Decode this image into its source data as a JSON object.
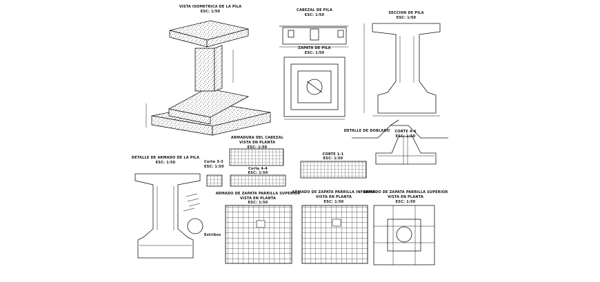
{
  "sheet": {
    "views": {
      "iso": {
        "title": "VISTA ISOMETRICA DE LA PILA",
        "scale": "ESC: 1/50"
      },
      "cabezal": {
        "title": "CABEZAL DE PILA",
        "scale": "ESC: 1/50"
      },
      "seccion": {
        "title": "SECCION DE PILA",
        "scale": "ESC: 1/50"
      },
      "zapata": {
        "title": "ZAPATA DE PILA",
        "scale": "ESC: 1/50"
      },
      "doblado": {
        "title": "DETALLE DE DOBLADO"
      },
      "corte44": {
        "title": "CORTE 4-4",
        "scale": "ESC: 1:50"
      },
      "armado_pila": {
        "title": "DETALLE DE ARMADO DE LA PILA",
        "scale": "ESC: 1:50"
      },
      "armadura_cabezal": {
        "title": "ARMADURA DEL CABEZAL",
        "subtitle": "VISTA EN PLANTA",
        "scale": "ESC: 1:50"
      },
      "corte33": {
        "title": "Corte 3-3",
        "scale": "ESC: 1:50"
      },
      "corte11": {
        "title": "CORTE 1-1",
        "scale": "ESC: 1:50"
      },
      "corte44b": {
        "title": "Corte 4-4",
        "scale": "ESC: 1:50"
      },
      "zap_sup": {
        "title": "ARMADO DE ZAPATA PARRILLA SUPERIOR",
        "subtitle": "VISTA EN PLANTA",
        "scale": "ESC: 1:50"
      },
      "zap_inf": {
        "title": "ARMADO DE ZAPATA PARRILLA INFERIOR",
        "subtitle": "VISTA EN PLANTA",
        "scale": "ESC: 1:50"
      },
      "zap_sup2": {
        "title": "ARMADO DE ZAPATA PARRILLA SUPERIOR",
        "subtitle": "VISTA EN PLANTA",
        "scale": "ESC: 1:50"
      },
      "estribos": {
        "title": "Estribos"
      }
    }
  }
}
